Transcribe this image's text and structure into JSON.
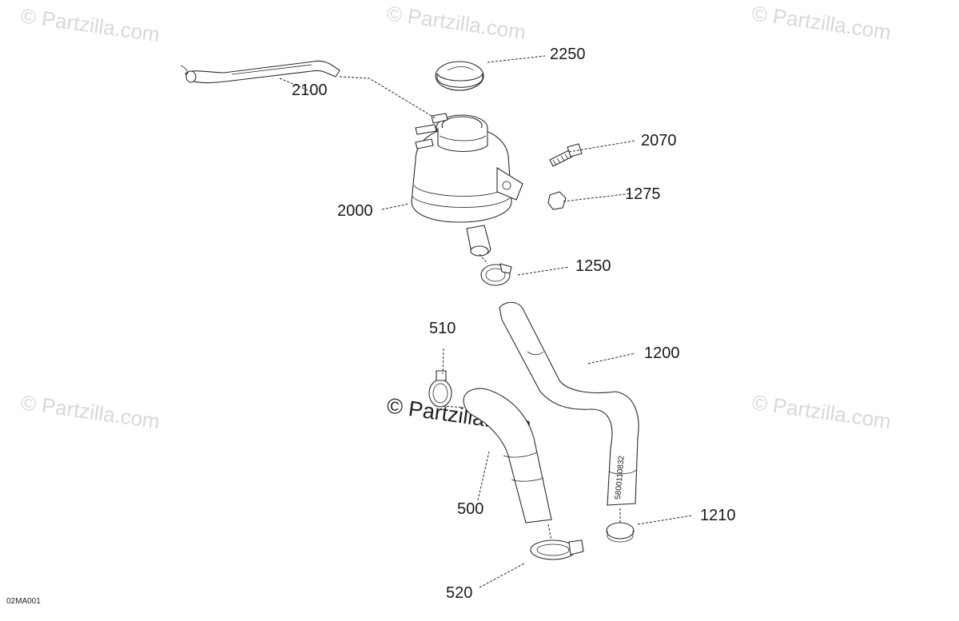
{
  "diagram": {
    "drawing_code": "02MA001",
    "watermark": "© Partzilla.com",
    "hose_marking": "5800110832",
    "callouts": [
      {
        "id": "2250",
        "label": "2250"
      },
      {
        "id": "2100",
        "label": "2100"
      },
      {
        "id": "2070",
        "label": "2070"
      },
      {
        "id": "1275",
        "label": "1275"
      },
      {
        "id": "2000",
        "label": "2000"
      },
      {
        "id": "1250",
        "label": "1250"
      },
      {
        "id": "510",
        "label": "510"
      },
      {
        "id": "1200",
        "label": "1200"
      },
      {
        "id": "500",
        "label": "500"
      },
      {
        "id": "1210",
        "label": "1210"
      },
      {
        "id": "520",
        "label": "520"
      }
    ]
  }
}
